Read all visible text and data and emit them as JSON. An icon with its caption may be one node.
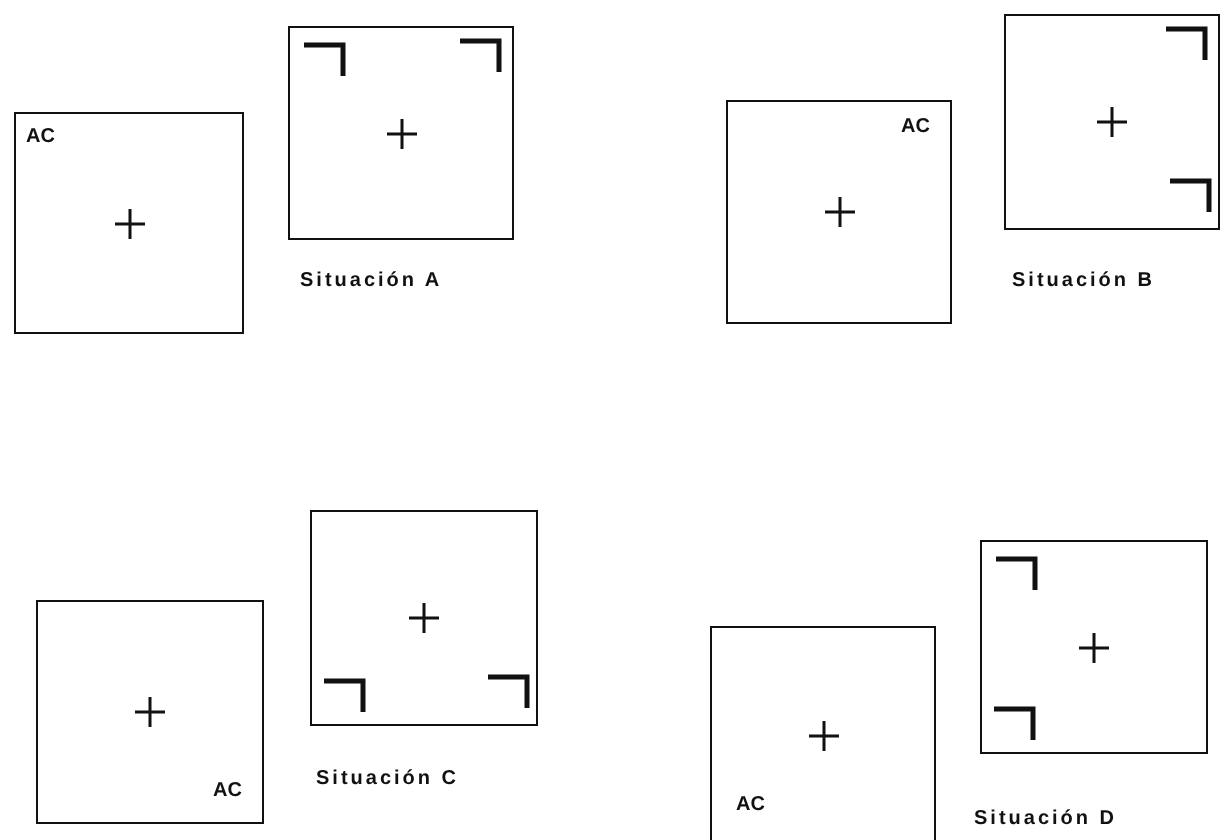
{
  "diagram": {
    "nodes": [
      {
        "text": [
          "AC"
        ]
      },
      {
        "text": [],
        "shape": "box",
        "beside": [
          "Situación A"
        ]
      },
      {
        "text": [
          "AC"
        ]
      },
      {
        "text": [],
        "shape": "box",
        "beside": [
          "Situación B"
        ]
      },
      {
        "text": [
          "AC"
        ]
      },
      {
        "text": [],
        "shape": "box",
        "beside": [
          "Situación C"
        ]
      },
      {
        "text": [
          "AC"
        ]
      },
      {
        "text": [],
        "shape": "box",
        "beside": [
          "Situación D"
        ]
      }
    ]
  }
}
